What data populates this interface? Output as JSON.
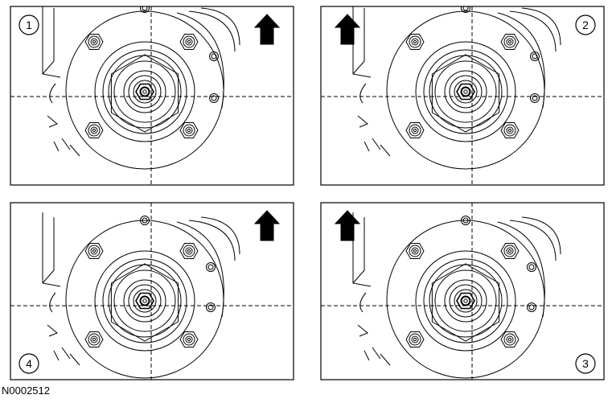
{
  "figure": {
    "caption": "N0002512",
    "panels": [
      {
        "number": "1",
        "arrow": "up"
      },
      {
        "number": "2",
        "arrow": "up"
      },
      {
        "number": "4",
        "arrow": "up"
      },
      {
        "number": "3",
        "arrow": "up"
      }
    ]
  },
  "colors": {
    "line": "#000000",
    "background": "#ffffff"
  }
}
